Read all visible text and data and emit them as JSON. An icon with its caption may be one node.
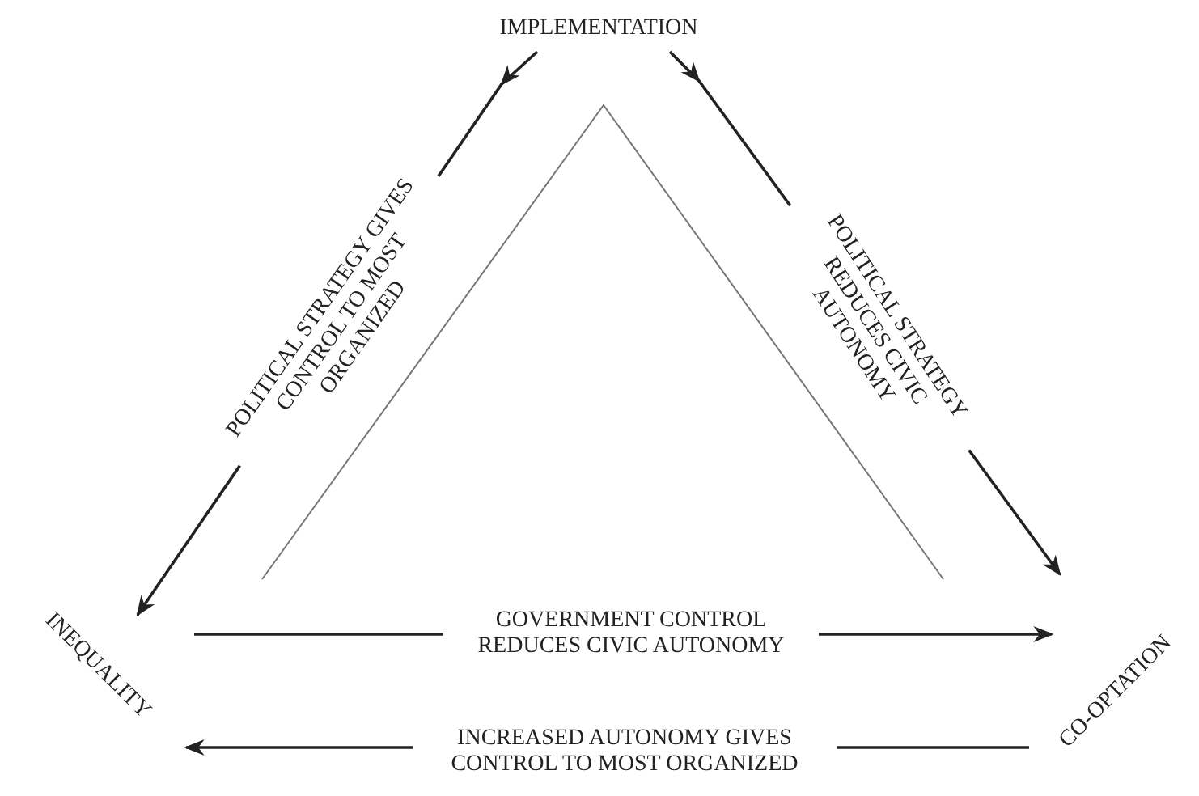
{
  "diagram": {
    "nodes": [
      {
        "text": [
          "IMPLEMENTATION"
        ]
      },
      {
        "text": [
          "INEQUALITY"
        ]
      },
      {
        "text": [
          "CO-OPTATION"
        ]
      }
    ],
    "edges": [
      {
        "from": 0,
        "to": 1,
        "arrow": "to",
        "label": "POLITICAL STRATEGY GIVES CONTROL TO MOST ORGANIZED"
      },
      {
        "from": 0,
        "to": 2,
        "arrow": "to",
        "label": "POLITICAL STRATEGY REDUCES CIVIC AUTONOMY"
      },
      {
        "from": 1,
        "to": 2,
        "arrow": "to",
        "label": "GOVERNMENT CONTROL REDUCES CIVIC AUTONOMY"
      },
      {
        "from": 2,
        "to": 1,
        "arrow": "to",
        "label": "INCREASED AUTONOMY GIVES CONTROL TO MOST ORGANIZED"
      }
    ]
  }
}
